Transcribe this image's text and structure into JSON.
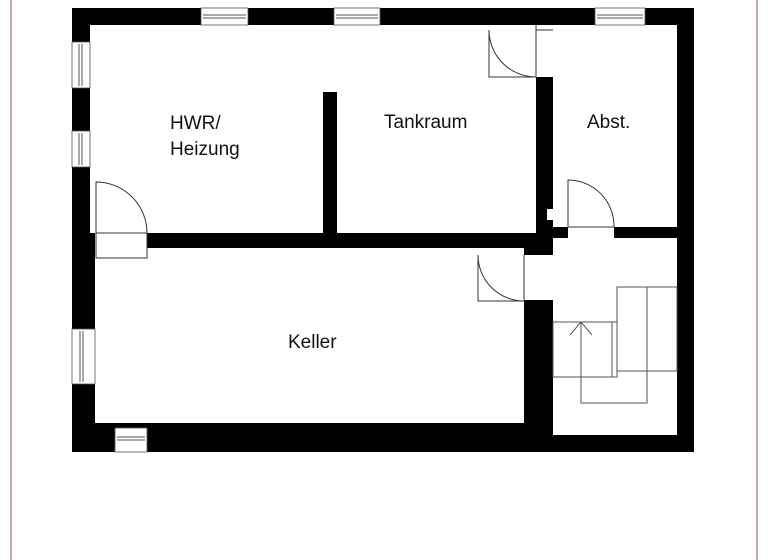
{
  "rooms": {
    "hwr_line1": "HWR/",
    "hwr_line2": "Heizung",
    "tankraum": "Tankraum",
    "abst": "Abst.",
    "keller": "Keller"
  },
  "colors": {
    "wall": "#000000",
    "frame": "#c9a9a6"
  }
}
